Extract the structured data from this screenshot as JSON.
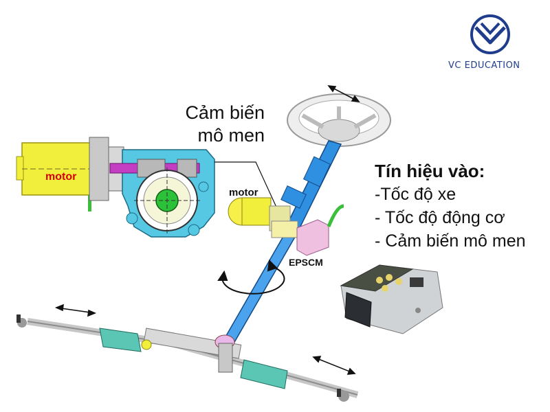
{
  "brand": {
    "name": "VC EDUCATION",
    "color": "#1f3d8c"
  },
  "labels": {
    "torque_sensor_line1": "Cảm biến",
    "torque_sensor_line2": "mô men",
    "motor_inset": "motor",
    "motor_main": "motor",
    "control_module": "EPSCM"
  },
  "inputs": {
    "heading": "Tín hiệu vào:",
    "items": [
      "-Tốc độ xe",
      "- Tốc độ động cơ",
      "- Cảm biến mô men"
    ]
  },
  "colors": {
    "motor_yellow": "#f2ee3c",
    "gearbox_cyan": "#56c8e3",
    "worm_magenta": "#c43ec4",
    "gear_green": "#2bc23a",
    "column_blue": "#2f8fe0",
    "boot_teal": "#5cc6b4",
    "ecu_pink": "#f0c0e0",
    "inset_motor_text": "#d6000b"
  },
  "icons": [
    "vc-education-logo-icon",
    "rotation-arrow-icon",
    "double-arrow-icon"
  ]
}
